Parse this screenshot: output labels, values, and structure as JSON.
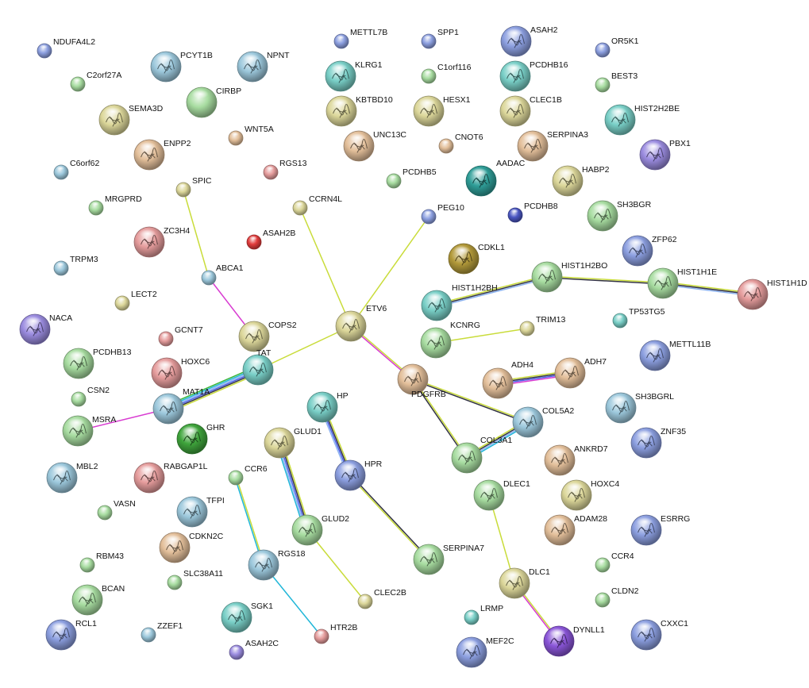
{
  "colors": {
    "blue": "#8c9fe0",
    "lightblue": "#9cc8dc",
    "teal": "#79cfc7",
    "green": "#a7dca0",
    "olive": "#dcd79a",
    "tan": "#e3bf9a",
    "pink": "#e59c9c",
    "purple": "#9b8ce0",
    "red": "#e23c3c",
    "darkgreen": "#3fa53c",
    "darkteal": "#2f9e98",
    "navy": "#4a56c2",
    "violet": "#8a55d8",
    "brown": "#b39a3a"
  },
  "edge_colors": {
    "yellow": "#c9dc3a",
    "magenta": "#d83bd1",
    "dark": "#333344",
    "blue": "#4a5ee8",
    "lightblue": "#8bb2f0",
    "cyan": "#20b6d8",
    "green": "#3ab53a"
  },
  "nodes": [
    {
      "id": "NDUFA4L2",
      "color": "blue",
      "structure": false
    },
    {
      "id": "C2orf27A",
      "color": "green",
      "structure": false
    },
    {
      "id": "PCYT1B",
      "color": "lightblue",
      "structure": true
    },
    {
      "id": "NPNT",
      "color": "lightblue",
      "structure": true
    },
    {
      "id": "CIRBP",
      "color": "green",
      "structure": false
    },
    {
      "id": "SEMA3D",
      "color": "olive",
      "structure": true
    },
    {
      "id": "WNT5A",
      "color": "tan",
      "structure": false
    },
    {
      "id": "ENPP2",
      "color": "tan",
      "structure": true
    },
    {
      "id": "C6orf62",
      "color": "lightblue",
      "structure": false
    },
    {
      "id": "RGS13",
      "color": "pink",
      "structure": false
    },
    {
      "id": "SPIC",
      "color": "olive",
      "structure": false
    },
    {
      "id": "MRGPRD",
      "color": "green",
      "structure": false
    },
    {
      "id": "CCRN4L",
      "color": "olive",
      "structure": false
    },
    {
      "id": "ZC3H4",
      "color": "pink",
      "structure": true
    },
    {
      "id": "ASAH2B",
      "color": "red",
      "structure": false
    },
    {
      "id": "TRPM3",
      "color": "lightblue",
      "structure": false
    },
    {
      "id": "ABCA1",
      "color": "lightblue",
      "structure": false
    },
    {
      "id": "LECT2",
      "color": "olive",
      "structure": false
    },
    {
      "id": "NACA",
      "color": "purple",
      "structure": true
    },
    {
      "id": "COPS2",
      "color": "olive",
      "structure": true
    },
    {
      "id": "GCNT7",
      "color": "pink",
      "structure": false
    },
    {
      "id": "ETV6",
      "color": "olive",
      "structure": true
    },
    {
      "id": "PCDHB13",
      "color": "green",
      "structure": true
    },
    {
      "id": "HOXC6",
      "color": "pink",
      "structure": true
    },
    {
      "id": "TAT",
      "color": "teal",
      "structure": true
    },
    {
      "id": "CSN2",
      "color": "green",
      "structure": false
    },
    {
      "id": "MAT1A",
      "color": "lightblue",
      "structure": true
    },
    {
      "id": "MSRA",
      "color": "green",
      "structure": true
    },
    {
      "id": "GHR",
      "color": "darkgreen",
      "structure": true
    },
    {
      "id": "RABGAP1L",
      "color": "pink",
      "structure": true
    },
    {
      "id": "MBL2",
      "color": "lightblue",
      "structure": true
    },
    {
      "id": "HP",
      "color": "teal",
      "structure": true
    },
    {
      "id": "GLUD1",
      "color": "olive",
      "structure": true
    },
    {
      "id": "HPR",
      "color": "blue",
      "structure": true
    },
    {
      "id": "CCR6",
      "color": "green",
      "structure": false
    },
    {
      "id": "TFPI",
      "color": "lightblue",
      "structure": true
    },
    {
      "id": "VASN",
      "color": "green",
      "structure": false
    },
    {
      "id": "CDKN2C",
      "color": "tan",
      "structure": true
    },
    {
      "id": "GLUD2",
      "color": "green",
      "structure": true
    },
    {
      "id": "RGS18",
      "color": "lightblue",
      "structure": true
    },
    {
      "id": "RBM43",
      "color": "green",
      "structure": false
    },
    {
      "id": "SLC38A11",
      "color": "green",
      "structure": false
    },
    {
      "id": "BCAN",
      "color": "green",
      "structure": true
    },
    {
      "id": "RCL1",
      "color": "blue",
      "structure": true
    },
    {
      "id": "ZZEF1",
      "color": "lightblue",
      "structure": false
    },
    {
      "id": "SGK1",
      "color": "teal",
      "structure": true
    },
    {
      "id": "ASAH2C",
      "color": "purple",
      "structure": false
    },
    {
      "id": "HTR2B",
      "color": "pink",
      "structure": false
    },
    {
      "id": "CLEC2B",
      "color": "olive",
      "structure": false
    },
    {
      "id": "SERPINA7",
      "color": "green",
      "structure": true
    },
    {
      "id": "METTL7B",
      "color": "blue",
      "structure": false
    },
    {
      "id": "KLRG1",
      "color": "teal",
      "structure": true
    },
    {
      "id": "KBTBD10",
      "color": "olive",
      "structure": true
    },
    {
      "id": "UNC13C",
      "color": "tan",
      "structure": true
    },
    {
      "id": "SPP1",
      "color": "blue",
      "structure": false
    },
    {
      "id": "C1orf116",
      "color": "green",
      "structure": false
    },
    {
      "id": "HESX1",
      "color": "olive",
      "structure": true
    },
    {
      "id": "CNOT6",
      "color": "tan",
      "structure": false
    },
    {
      "id": "PCDHB5",
      "color": "green",
      "structure": false
    },
    {
      "id": "PEG10",
      "color": "blue",
      "structure": false
    },
    {
      "id": "ASAH2",
      "color": "blue",
      "structure": true
    },
    {
      "id": "PCDHB16",
      "color": "teal",
      "structure": true
    },
    {
      "id": "CLEC1B",
      "color": "olive",
      "structure": true
    },
    {
      "id": "SERPINA3",
      "color": "tan",
      "structure": true
    },
    {
      "id": "AADAC",
      "color": "darkteal",
      "structure": true
    },
    {
      "id": "HABP2",
      "color": "olive",
      "structure": true
    },
    {
      "id": "PCDHB8",
      "color": "navy",
      "structure": false
    },
    {
      "id": "OR5K1",
      "color": "blue",
      "structure": false
    },
    {
      "id": "BEST3",
      "color": "green",
      "structure": false
    },
    {
      "id": "HIST2H2BE",
      "color": "teal",
      "structure": true
    },
    {
      "id": "PBX1",
      "color": "purple",
      "structure": true
    },
    {
      "id": "SH3BGR",
      "color": "green",
      "structure": true
    },
    {
      "id": "ZFP62",
      "color": "blue",
      "structure": true
    },
    {
      "id": "CDKL1",
      "color": "brown",
      "structure": true
    },
    {
      "id": "HIST1H2BO",
      "color": "green",
      "structure": true
    },
    {
      "id": "HIST1H1E",
      "color": "green",
      "structure": true
    },
    {
      "id": "HIST1H1D",
      "color": "pink",
      "structure": true
    },
    {
      "id": "HIST1H2BH",
      "color": "teal",
      "structure": true
    },
    {
      "id": "TP53TG5",
      "color": "teal",
      "structure": false
    },
    {
      "id": "TRIM13",
      "color": "olive",
      "structure": false
    },
    {
      "id": "KCNRG",
      "color": "green",
      "structure": true
    },
    {
      "id": "PDGFRB",
      "color": "tan",
      "structure": true
    },
    {
      "id": "METTL11B",
      "color": "blue",
      "structure": true
    },
    {
      "id": "ADH4",
      "color": "tan",
      "structure": true
    },
    {
      "id": "ADH7",
      "color": "tan",
      "structure": true
    },
    {
      "id": "SH3BGRL",
      "color": "lightblue",
      "structure": true
    },
    {
      "id": "COL5A2",
      "color": "lightblue",
      "structure": true
    },
    {
      "id": "COL3A1",
      "color": "green",
      "structure": true
    },
    {
      "id": "ANKRD7",
      "color": "tan",
      "structure": true
    },
    {
      "id": "ZNF35",
      "color": "blue",
      "structure": true
    },
    {
      "id": "DLEC1",
      "color": "green",
      "structure": true
    },
    {
      "id": "HOXC4",
      "color": "olive",
      "structure": true
    },
    {
      "id": "ADAM28",
      "color": "tan",
      "structure": true
    },
    {
      "id": "ESRRG",
      "color": "blue",
      "structure": true
    },
    {
      "id": "CCR4",
      "color": "green",
      "structure": false
    },
    {
      "id": "DLC1",
      "color": "olive",
      "structure": true
    },
    {
      "id": "CLDN2",
      "color": "green",
      "structure": false
    },
    {
      "id": "LRMP",
      "color": "teal",
      "structure": false
    },
    {
      "id": "MEF2C",
      "color": "blue",
      "structure": true
    },
    {
      "id": "DYNLL1",
      "color": "violet",
      "structure": true
    },
    {
      "id": "CXXC1",
      "color": "blue",
      "structure": true
    }
  ],
  "edges": [
    {
      "from": "SPIC",
      "to": "ABCA1",
      "colors": [
        "yellow"
      ]
    },
    {
      "from": "ABCA1",
      "to": "COPS2",
      "colors": [
        "magenta"
      ]
    },
    {
      "from": "CCRN4L",
      "to": "ETV6",
      "colors": [
        "yellow"
      ]
    },
    {
      "from": "PEG10",
      "to": "ETV6",
      "colors": [
        "yellow"
      ]
    },
    {
      "from": "ETV6",
      "to": "TAT",
      "colors": [
        "yellow"
      ]
    },
    {
      "from": "ETV6",
      "to": "PDGFRB",
      "colors": [
        "yellow",
        "magenta"
      ]
    },
    {
      "from": "TAT",
      "to": "MAT1A",
      "colors": [
        "yellow",
        "dark",
        "blue",
        "lightblue",
        "cyan",
        "green"
      ]
    },
    {
      "from": "MSRA",
      "to": "MAT1A",
      "colors": [
        "magenta"
      ]
    },
    {
      "from": "PDGFRB",
      "to": "COL5A2",
      "colors": [
        "yellow",
        "dark"
      ]
    },
    {
      "from": "PDGFRB",
      "to": "COL3A1",
      "colors": [
        "yellow",
        "dark"
      ]
    },
    {
      "from": "COL3A1",
      "to": "COL5A2",
      "colors": [
        "yellow",
        "dark",
        "lightblue",
        "cyan"
      ]
    },
    {
      "from": "HP",
      "to": "HPR",
      "colors": [
        "yellow",
        "dark",
        "blue",
        "lightblue"
      ]
    },
    {
      "from": "HPR",
      "to": "SERPINA7",
      "colors": [
        "dark",
        "yellow"
      ]
    },
    {
      "from": "GLUD1",
      "to": "GLUD2",
      "colors": [
        "yellow",
        "dark",
        "blue",
        "lightblue",
        "cyan"
      ]
    },
    {
      "from": "GLUD2",
      "to": "CLEC2B",
      "colors": [
        "yellow"
      ]
    },
    {
      "from": "CCR6",
      "to": "RGS18",
      "colors": [
        "yellow",
        "cyan"
      ]
    },
    {
      "from": "RGS18",
      "to": "HTR2B",
      "colors": [
        "cyan"
      ]
    },
    {
      "from": "DLEC1",
      "to": "DLC1",
      "colors": [
        "yellow"
      ]
    },
    {
      "from": "DLC1",
      "to": "DYNLL1",
      "colors": [
        "yellow",
        "magenta"
      ]
    },
    {
      "from": "HIST1H2BH",
      "to": "HIST1H2BO",
      "colors": [
        "yellow",
        "dark",
        "lightblue"
      ]
    },
    {
      "from": "HIST1H2BO",
      "to": "HIST1H1E",
      "colors": [
        "yellow",
        "dark"
      ]
    },
    {
      "from": "HIST1H1E",
      "to": "HIST1H1D",
      "colors": [
        "yellow",
        "dark",
        "lightblue"
      ]
    },
    {
      "from": "KCNRG",
      "to": "TRIM13",
      "colors": [
        "yellow"
      ]
    },
    {
      "from": "ADH4",
      "to": "ADH7",
      "colors": [
        "yellow",
        "dark",
        "blue",
        "magenta"
      ]
    }
  ]
}
